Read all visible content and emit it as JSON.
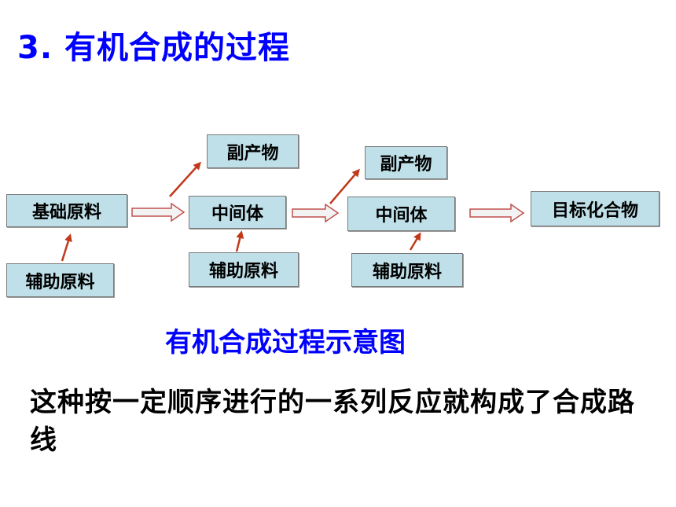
{
  "title": "3. 有机合成的过程",
  "nodes": {
    "raw_material": "基础原料",
    "aux_1": "辅助原料",
    "byproduct_1": "副产物",
    "intermediate_1": "中间体",
    "aux_2": "辅助原料",
    "byproduct_2": "副产物",
    "intermediate_2": "中间体",
    "aux_3": "辅助原料",
    "target": "目标化合物"
  },
  "caption": "有机合成过程示意图",
  "description": "这种按一定顺序进行的一系列反应就构成了合成路线",
  "colors": {
    "title": "#0000ff",
    "box_fill": "#bfe0e8",
    "arrow": "#c0391b",
    "hollow_arrow": "#c0504d"
  }
}
